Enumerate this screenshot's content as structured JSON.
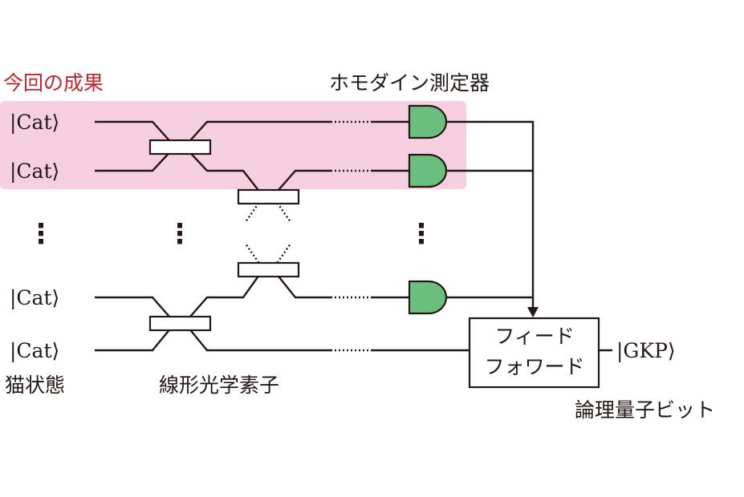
{
  "highlight": {
    "label": "今回の成果",
    "color": "#f6cfe0",
    "label_color": "#c0262d"
  },
  "detector_label": "ホモダイン測定器",
  "detector_color": "#6bbf7e",
  "inputs": [
    "|Cat⟩",
    "|Cat⟩",
    "|Cat⟩",
    "|Cat⟩"
  ],
  "input_caption": "猫状態",
  "optics_caption": "線形光学素子",
  "feedforward": {
    "line1": "フィード",
    "line2": "フォワード"
  },
  "output_state": "|GKP⟩",
  "output_caption": "論理量子ビット",
  "ellipsis": "⋮"
}
